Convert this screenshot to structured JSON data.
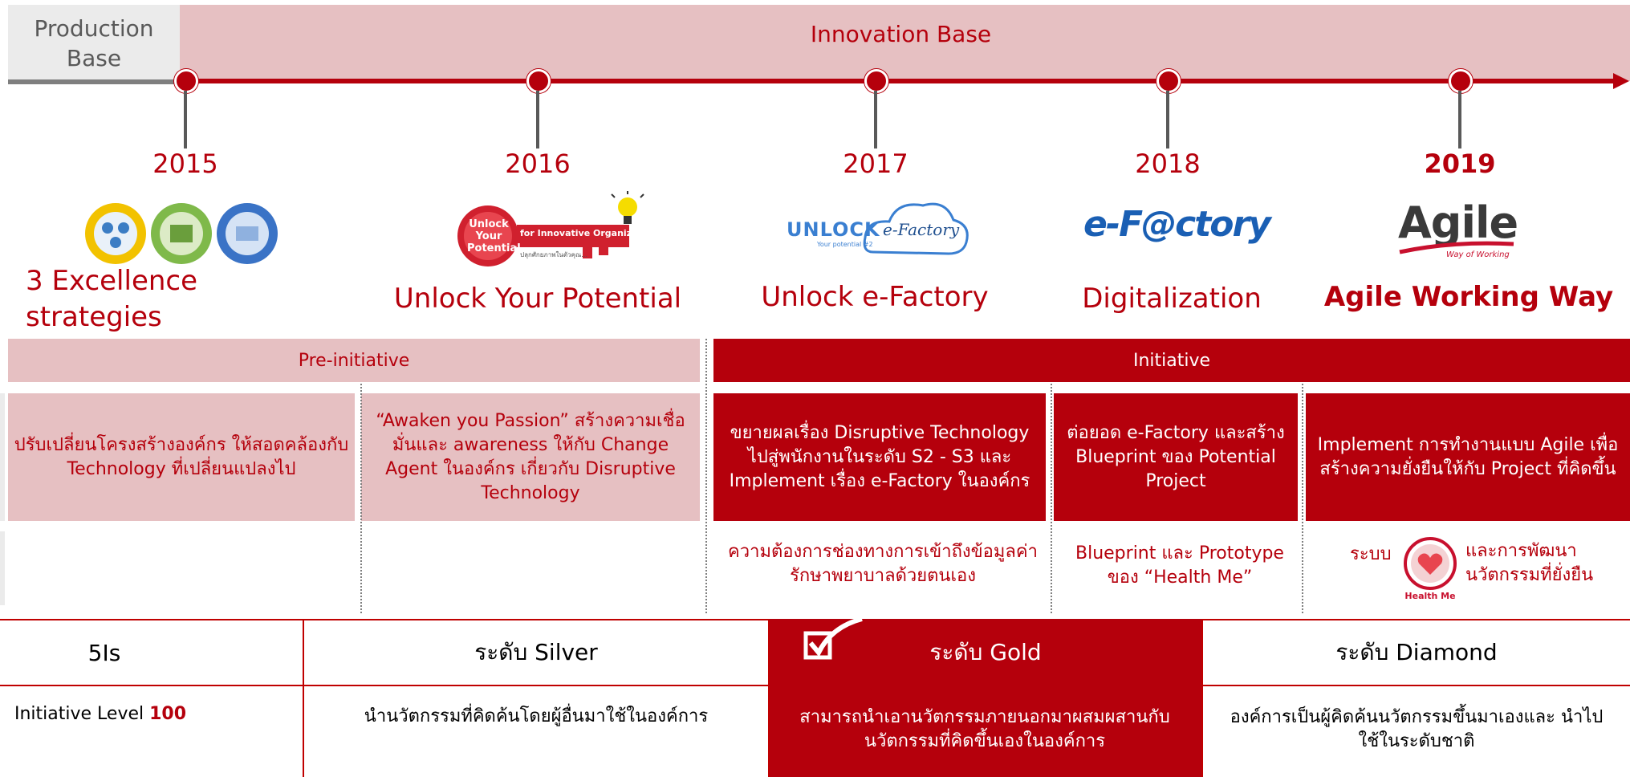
{
  "phases": {
    "production": "Production Base",
    "innovation": "Innovation Base"
  },
  "milestones": [
    {
      "year": "2015",
      "logo": "three-excellence-badges",
      "title": "3 Excellence strategies"
    },
    {
      "year": "2016",
      "logo": "unlock-your-potential-key",
      "logo_text": "Unlock Your Potential",
      "logo_tagline": "for Innovative Organization",
      "logo_thai": "ปลุกศักยภาพในตัวคุณ...",
      "title": "Unlock Your Potential"
    },
    {
      "year": "2017",
      "logo": "unlock-e-factory-cloud",
      "logo_text": "UNLOCK",
      "logo_sub": "Your potential #2",
      "logo_script": "e-Factory",
      "title": "Unlock e-Factory"
    },
    {
      "year": "2018",
      "logo": "e-factory-wordmark",
      "logo_text": "e-F@ctory",
      "title": "Digitalization"
    },
    {
      "year": "2019",
      "logo": "agile-wordmark",
      "logo_text": "Agile",
      "logo_sub": "Way of Working",
      "title": "Agile Working Way"
    }
  ],
  "bands": {
    "pre": "Pre-initiative",
    "initiative": "Initiative"
  },
  "cells": [
    "ปรับเปลี่ยนโครงสร้างองค์กร ให้สอดคล้องกับ Technology ที่เปลี่ยนแปลงไป",
    "“Awaken you Passion” สร้างความเชื่อมั่นและ awareness ให้กับ Change Agent ในองค์กร เกี่ยวกับ Disruptive Technology",
    "ขยายผลเรื่อง Disruptive Technology ไปสู่พนักงานในระดับ S2 - S3 และ Implement เรื่อง e-Factory ในองค์กร",
    "ต่อยอด e-Factory และสร้าง Blueprint ของ Potential Project",
    "Implement การทำงานแบบ Agile เพื่อสร้างความยั่งยืนให้กับ Project ที่คิดขึ้น"
  ],
  "targets": {
    "t2017": "ความต้องการช่องทางการเข้าถึงข้อมูลค่ารักษาพยาบาลด้วยตนเอง",
    "t2018": "Blueprint และ Prototype ของ “Health Me”",
    "t2019_a": "ระบบ",
    "t2019_b": "และการพัฒนา นวัตกรรมที่ยั่งยืน",
    "health_me": "Health Me"
  },
  "levels": {
    "l0": "5Is",
    "l1": "ระดับ Silver",
    "l2": "ระดับ Gold",
    "l3": "ระดับ Diamond"
  },
  "level_desc": {
    "d0_label": "Initiative Level",
    "d0_value": "100",
    "d1": "นำนวัตกรรมที่คิดค้นโดยผู้อื่นมาใช้ในองค์การ",
    "d2": "สามารถนำเอานวัตกรรมภายนอกมาผสมผสานกับ นวัตกรรมที่คิดขึ้นเองในองค์การ",
    "d3": "องค์การเป็นผู้คิดค้นนวัตกรรมขึ้นมาเองและ นำไปใช้ในระดับชาติ"
  },
  "colors": {
    "accent": "#b5000c",
    "pink": "#e6c0c2",
    "gray": "#595959"
  }
}
